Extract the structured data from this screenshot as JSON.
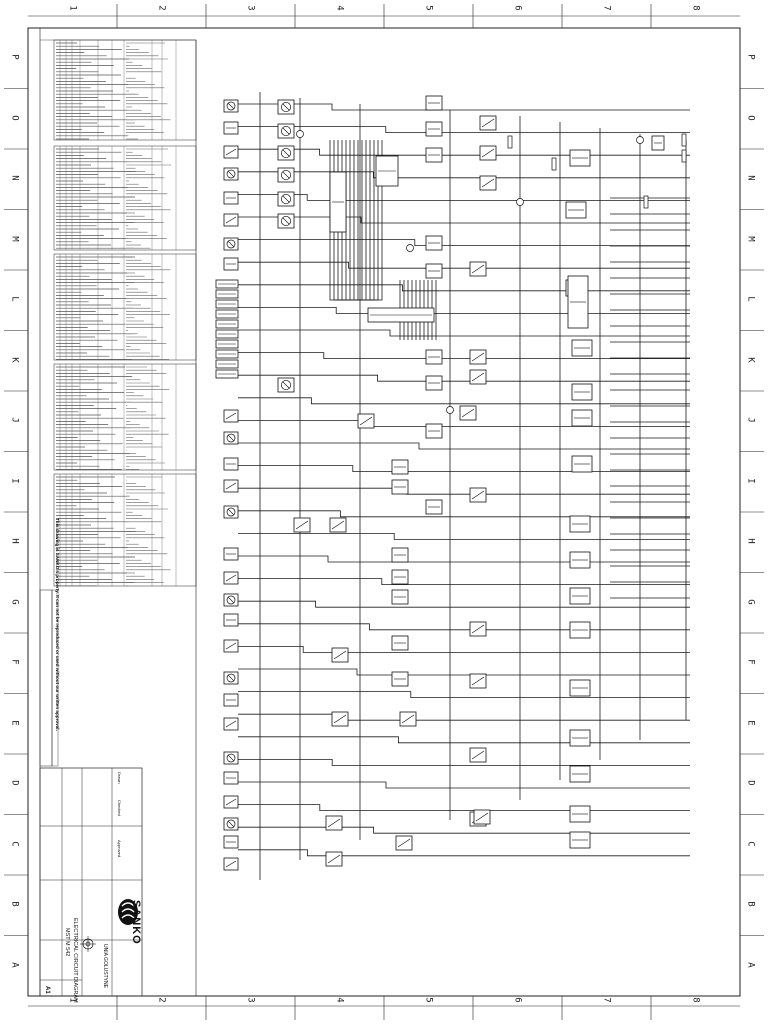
{
  "border": {
    "columns": [
      "1",
      "2",
      "3",
      "4",
      "5",
      "6",
      "7",
      "8"
    ],
    "rows": [
      "P",
      "O",
      "N",
      "M",
      "L",
      "K",
      "J",
      "I",
      "H",
      "G",
      "F",
      "E",
      "D",
      "C",
      "B",
      "A"
    ]
  },
  "title_block": {
    "company": "SANKO",
    "company_sub": "UNIA GOLUSTYNE",
    "title": "ELECTRICAL CIRCUIT DIAGRAM",
    "model": "MST M 542",
    "size": "A1",
    "drawn_label": "Drawn",
    "checked_label": "Checked",
    "approved_label": "Approved"
  },
  "notice": "This drawing is SANKO's property. It can not be reproduced or used without our written approval.",
  "colors": {
    "line": "#1a1a1a",
    "paper": "#ffffff",
    "grid": "#333333"
  }
}
